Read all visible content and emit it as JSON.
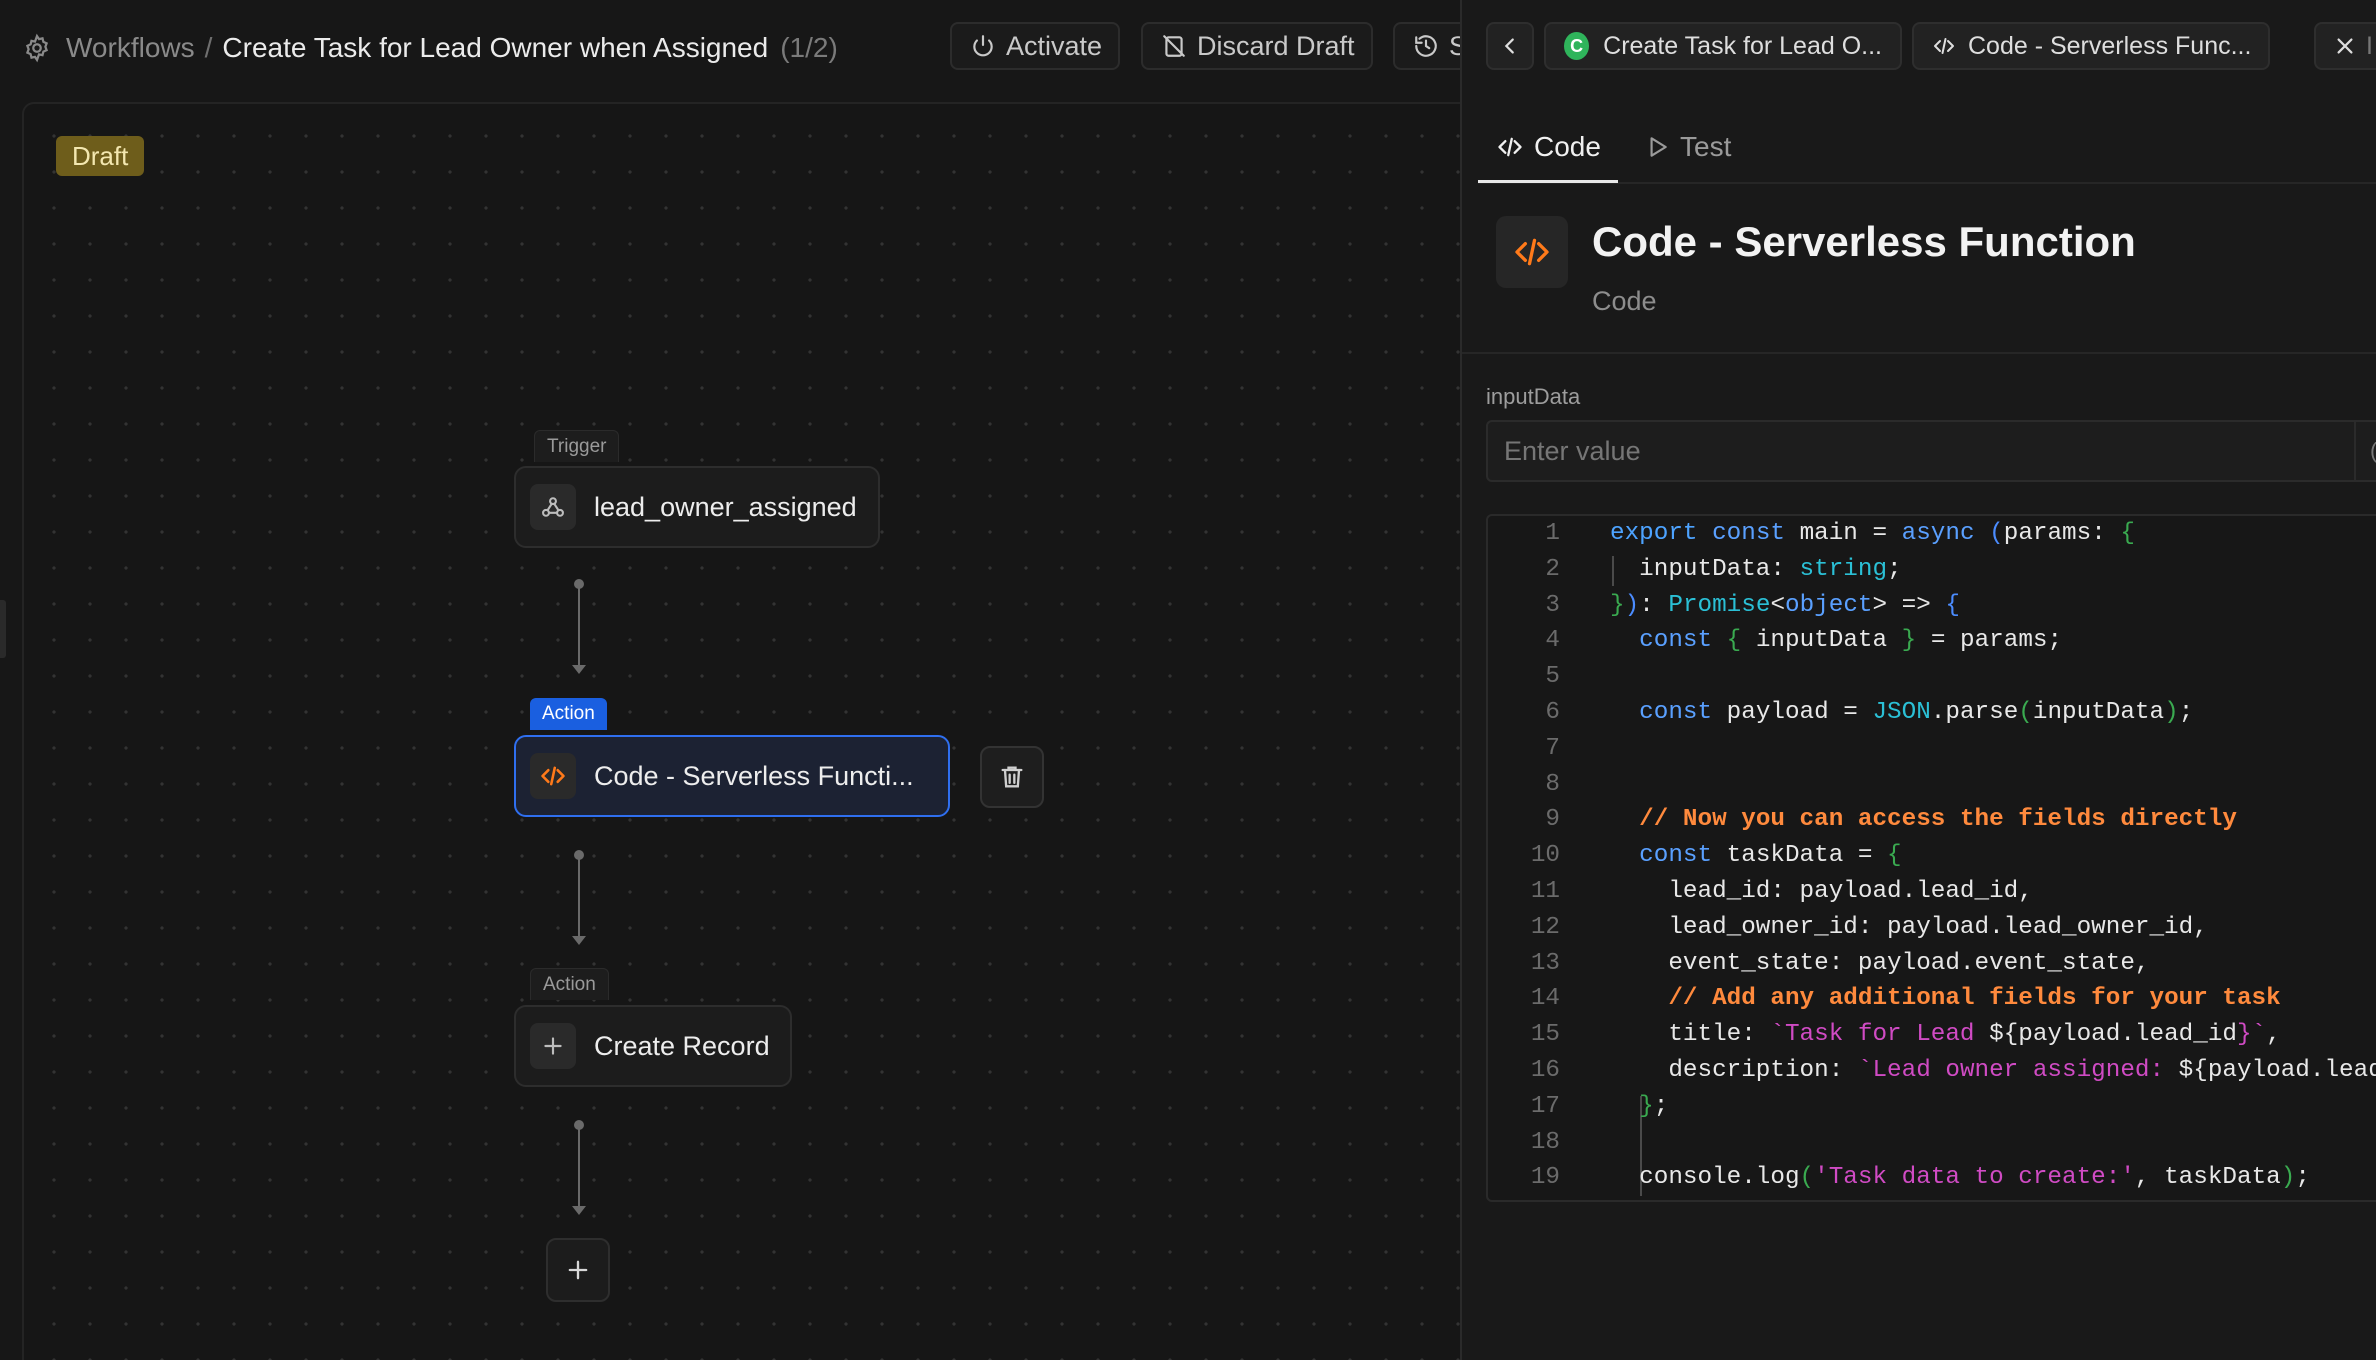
{
  "topbar": {
    "breadcrumb_root": "Workflows",
    "breadcrumb_sep": "/",
    "title": "Create Task for Lead Owner when Assigned",
    "version": "(1/2)",
    "activate_label": "Activate",
    "discard_label": "Discard Draft",
    "history_label": "S"
  },
  "canvas": {
    "status_badge": "Draft",
    "trigger": {
      "tag": "Trigger",
      "label": "lead_owner_assigned",
      "icon": "webhook-icon"
    },
    "action1": {
      "tag": "Action",
      "label": "Code - Serverless Functi...",
      "icon": "code-icon"
    },
    "action2": {
      "tag": "Action",
      "label": "Create Record",
      "icon": "plus-icon"
    }
  },
  "panel": {
    "tabs": [
      {
        "label": "Create Task for Lead O...",
        "badge": "C"
      },
      {
        "label": "Code - Serverless Func..."
      }
    ],
    "close_label": "I",
    "subtabs": {
      "code": "Code",
      "test": "Test"
    },
    "title": "Code - Serverless Function",
    "subtitle": "Code",
    "input_label": "inputData",
    "input_placeholder": "Enter value",
    "input_addon": "(x",
    "code_lines": [
      {
        "n": "1",
        "segs": [
          [
            "export",
            "t-key"
          ],
          [
            " ",
            ""
          ],
          [
            "const",
            "t-kw"
          ],
          [
            " main = ",
            "t-var"
          ],
          [
            "async",
            "t-kw"
          ],
          [
            " ",
            ""
          ],
          [
            "(",
            "t-brk2"
          ],
          [
            "params: ",
            "t-var"
          ],
          [
            "{",
            "t-brk"
          ]
        ]
      },
      {
        "n": "2",
        "segs": [
          [
            "  inputData: ",
            "t-var"
          ],
          [
            "string",
            "t-type"
          ],
          [
            ";",
            "t-var"
          ]
        ]
      },
      {
        "n": "3",
        "segs": [
          [
            "}",
            "t-brk"
          ],
          [
            ")",
            "t-brk2"
          ],
          [
            ": ",
            "t-var"
          ],
          [
            "Promise",
            "t-type"
          ],
          [
            "<",
            "t-var"
          ],
          [
            "object",
            "t-kw"
          ],
          [
            "> => ",
            "t-var"
          ],
          [
            "{",
            "t-brk2"
          ]
        ]
      },
      {
        "n": "4",
        "segs": [
          [
            "  ",
            ""
          ],
          [
            "const",
            "t-kw"
          ],
          [
            " ",
            ""
          ],
          [
            "{",
            "t-brk"
          ],
          [
            " inputData ",
            "t-var"
          ],
          [
            "}",
            "t-brk"
          ],
          [
            " = params;",
            "t-var"
          ]
        ]
      },
      {
        "n": "5",
        "segs": []
      },
      {
        "n": "6",
        "segs": [
          [
            "  ",
            ""
          ],
          [
            "const",
            "t-kw"
          ],
          [
            " payload = ",
            "t-var"
          ],
          [
            "JSON",
            "t-type"
          ],
          [
            ".parse",
            "t-var"
          ],
          [
            "(",
            "t-brk"
          ],
          [
            "inputData",
            "t-var"
          ],
          [
            ")",
            "t-brk"
          ],
          [
            ";",
            "t-var"
          ]
        ]
      },
      {
        "n": "7",
        "segs": []
      },
      {
        "n": "8",
        "segs": []
      },
      {
        "n": "9",
        "segs": [
          [
            "  ",
            ""
          ],
          [
            "// Now you can access the fields directly",
            "t-cm"
          ]
        ]
      },
      {
        "n": "10",
        "segs": [
          [
            "  ",
            ""
          ],
          [
            "const",
            "t-kw"
          ],
          [
            " taskData = ",
            "t-var"
          ],
          [
            "{",
            "t-brk"
          ]
        ]
      },
      {
        "n": "11",
        "segs": [
          [
            "    lead_id: payload.lead_id,",
            "t-var"
          ]
        ]
      },
      {
        "n": "12",
        "segs": [
          [
            "    lead_owner_id: payload.lead_owner_id,",
            "t-var"
          ]
        ]
      },
      {
        "n": "13",
        "segs": [
          [
            "    event_state: payload.event_state,",
            "t-var"
          ]
        ]
      },
      {
        "n": "14",
        "segs": [
          [
            "    ",
            ""
          ],
          [
            "// Add any additional fields for your task",
            "t-cm"
          ]
        ]
      },
      {
        "n": "15",
        "segs": [
          [
            "    title: ",
            "t-var"
          ],
          [
            "`Task for Lead ",
            "t-str"
          ],
          [
            "${",
            "t-var"
          ],
          [
            "payload.lead_id",
            "t-var"
          ],
          [
            "}",
            "t-str"
          ],
          [
            "`",
            "t-str"
          ],
          [
            ",",
            "t-var"
          ]
        ]
      },
      {
        "n": "16",
        "segs": [
          [
            "    description: ",
            "t-var"
          ],
          [
            "`Lead owner assigned: ",
            "t-str"
          ],
          [
            "${",
            "t-var"
          ],
          [
            "payload.lead",
            "t-var"
          ]
        ]
      },
      {
        "n": "17",
        "segs": [
          [
            "  ",
            ""
          ],
          [
            "}",
            "t-brk"
          ],
          [
            ";",
            "t-var"
          ]
        ]
      },
      {
        "n": "18",
        "segs": []
      },
      {
        "n": "19",
        "segs": [
          [
            "  console.log",
            "t-var"
          ],
          [
            "(",
            "t-brk"
          ],
          [
            "'Task data to create:'",
            "t-str"
          ],
          [
            ", taskData",
            "t-var"
          ],
          [
            ")",
            "t-brk"
          ],
          [
            ";",
            "t-var"
          ]
        ]
      }
    ]
  },
  "colors": {
    "accent_blue": "#1a5fe0",
    "draft_badge": "#6e5d1b",
    "code_icon_orange": "#ff7a1a",
    "badge_green": "#2fb45b"
  }
}
